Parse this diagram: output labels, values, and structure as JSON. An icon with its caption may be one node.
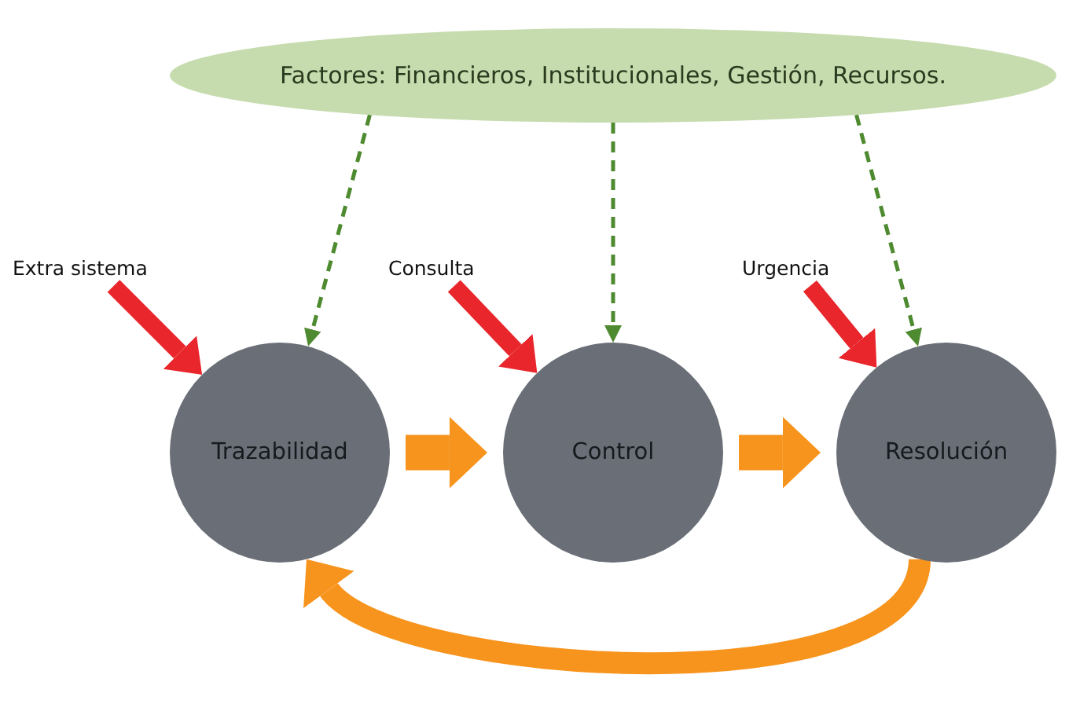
{
  "diagram": {
    "nodes": [
      {
        "text": [
          "Factores: Financieros, Institucionales, Gestión, Recursos."
        ]
      },
      {
        "text": [
          "Extra sistema"
        ]
      },
      {
        "text": [
          "Consulta"
        ]
      },
      {
        "text": [
          "Urgencia"
        ]
      },
      {
        "text": [
          "Trazabilidad"
        ]
      },
      {
        "text": [
          "Control"
        ]
      },
      {
        "text": [
          "Resolución"
        ]
      }
    ],
    "edges": [
      {
        "from": 0,
        "to": 4,
        "arrow": "to",
        "style": "dashed",
        "color": "#4e8a2f"
      },
      {
        "from": 0,
        "to": 5,
        "arrow": "to",
        "style": "dashed",
        "color": "#4e8a2f"
      },
      {
        "from": 0,
        "to": 6,
        "arrow": "to",
        "style": "dashed",
        "color": "#4e8a2f"
      },
      {
        "from": 1,
        "to": 4,
        "arrow": "to",
        "color": "#e8262b"
      },
      {
        "from": 2,
        "to": 5,
        "arrow": "to",
        "color": "#e8262b"
      },
      {
        "from": 3,
        "to": 6,
        "arrow": "to",
        "color": "#e8262b"
      },
      {
        "from": 4,
        "to": 5,
        "arrow": "to",
        "style": "thick",
        "color": "#f7941d"
      },
      {
        "from": 5,
        "to": 6,
        "arrow": "to",
        "style": "thick",
        "color": "#f7941d"
      },
      {
        "from": 6,
        "to": 4,
        "arrow": "to",
        "color": "#f7941d"
      }
    ]
  }
}
